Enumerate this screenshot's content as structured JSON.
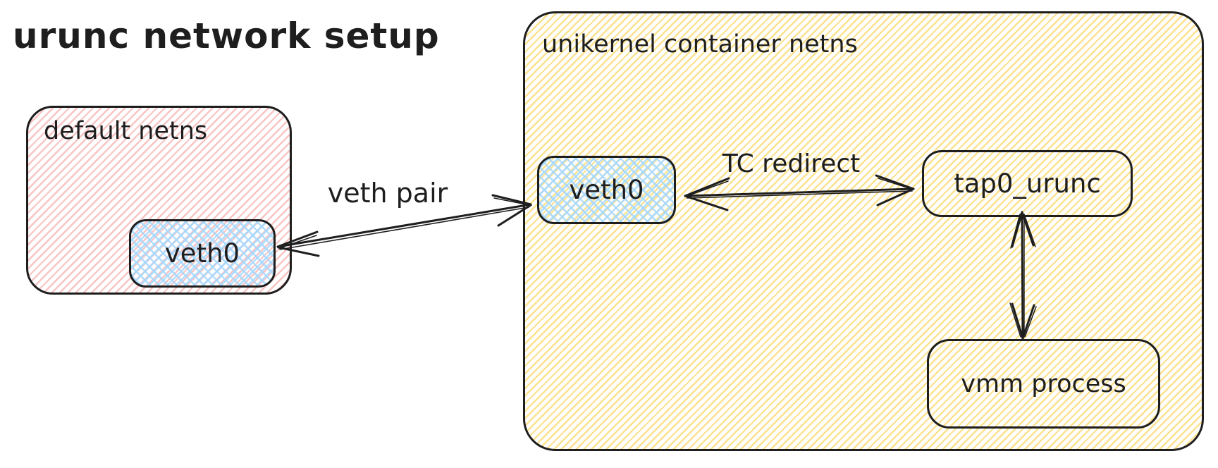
{
  "title": "urunc network setup",
  "boxes": {
    "default_netns": {
      "label": "default netns",
      "veth0": "veth0"
    },
    "container_netns": {
      "label": "unikernel container netns",
      "veth0": "veth0",
      "tap": "tap0_urunc",
      "vmm": "vmm process"
    }
  },
  "arrows": {
    "veth_pair": "veth pair",
    "tc_redirect": "TC redirect"
  },
  "colors": {
    "stroke": "#1e1e1e",
    "default_netns_hatch": "#f9c4c4",
    "container_netns_hatch": "#fce28e",
    "veth_hatch": "#a5d8ff"
  }
}
